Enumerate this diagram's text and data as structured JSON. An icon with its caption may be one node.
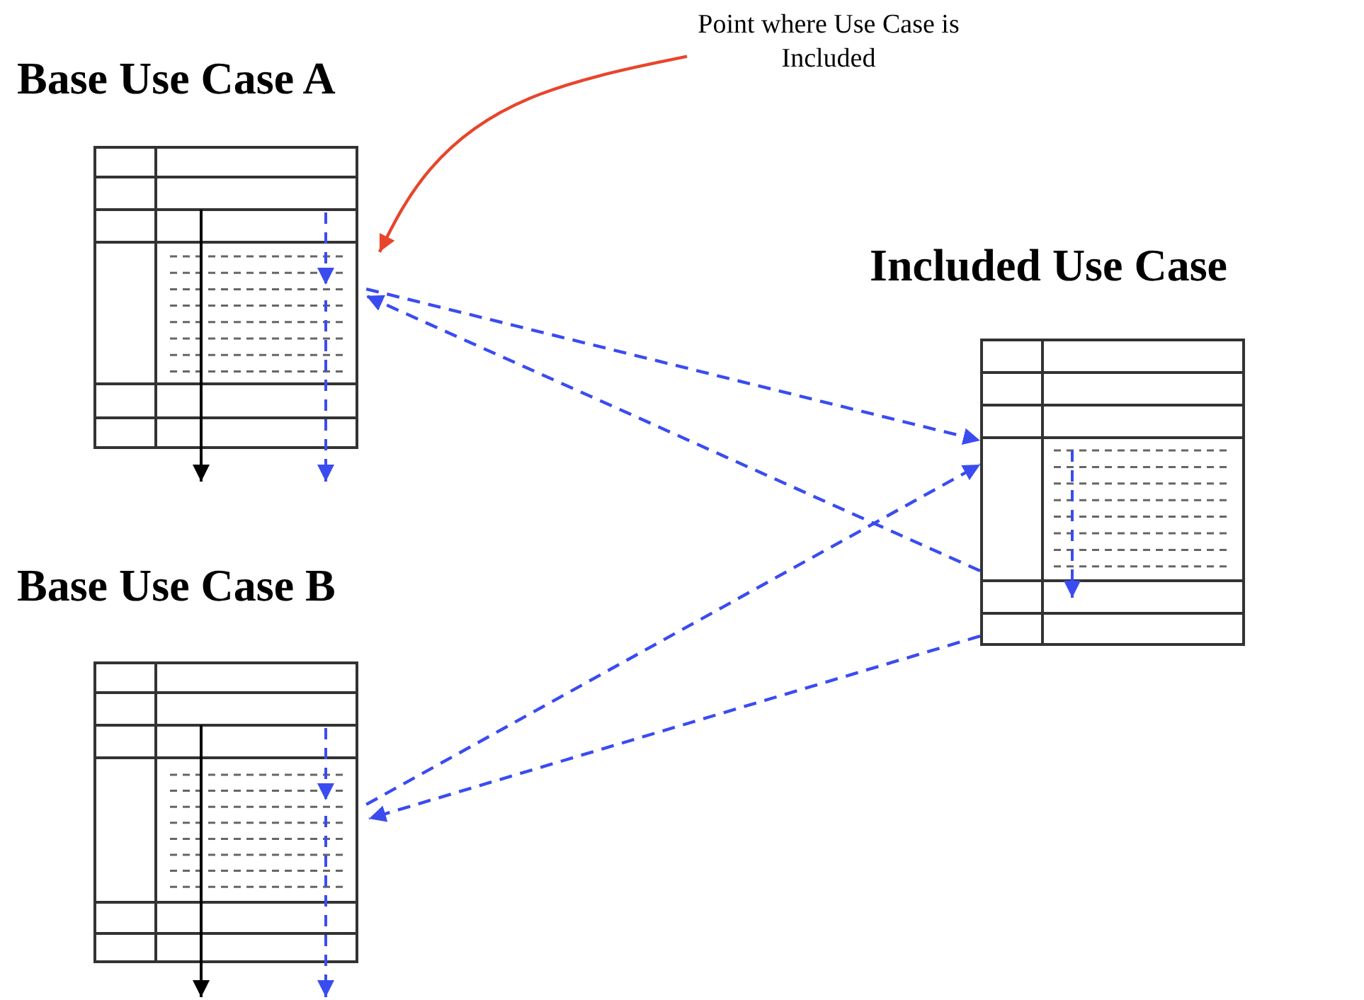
{
  "diagram": {
    "nodes": [
      {
        "text": [
          "Base Use Case A"
        ]
      },
      {
        "text": [
          "Base Use Case B"
        ]
      },
      {
        "text": [
          "Included Use Case"
        ]
      },
      {
        "text": [
          "Point where Use Case is Included"
        ]
      }
    ],
    "edges": [
      {
        "from": 0,
        "to": 2,
        "arrow": "to",
        "style": "dashed"
      },
      {
        "from": 2,
        "to": 0,
        "arrow": "to",
        "style": "dashed"
      },
      {
        "from": 1,
        "to": 2,
        "arrow": "to",
        "style": "dashed"
      },
      {
        "from": 2,
        "to": 1,
        "arrow": "to",
        "style": "dashed"
      },
      {
        "from": 3,
        "to": 0,
        "arrow": "to",
        "color": "#e8452c"
      }
    ]
  }
}
